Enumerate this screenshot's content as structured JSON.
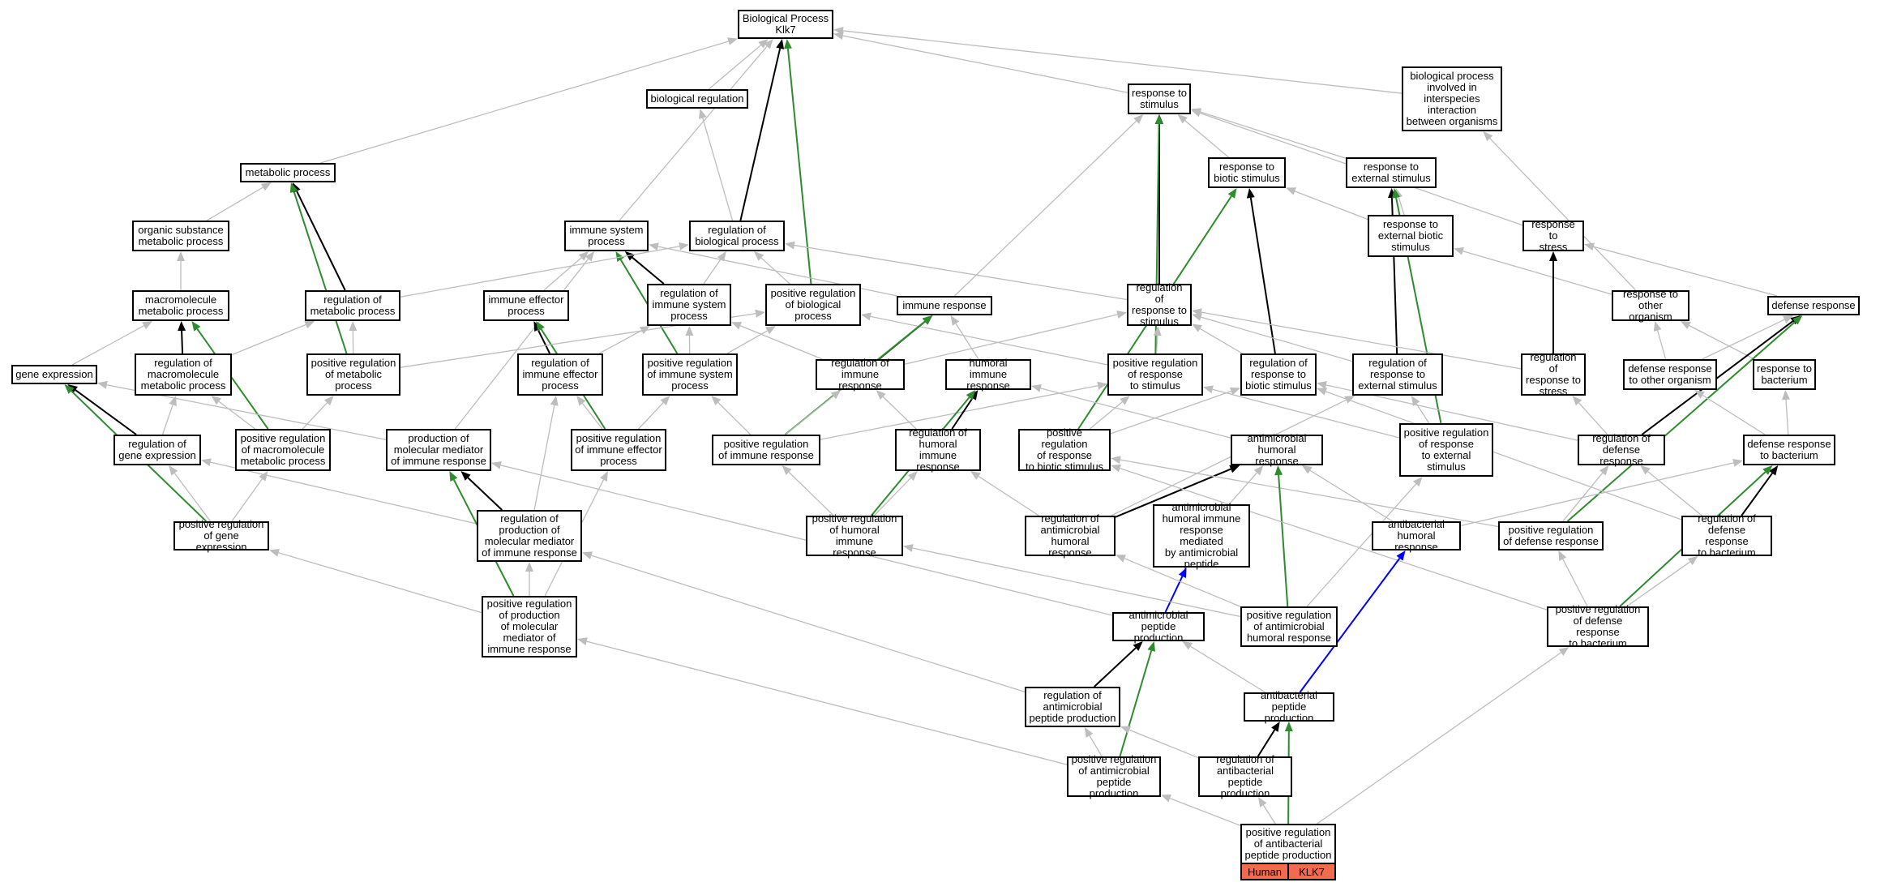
{
  "colors": {
    "is_a": "#bdbdbd",
    "part_of": "#000000",
    "positively_regulates": "#2e8b2e",
    "regulates": "#0000ff",
    "species_tag": "#f26b4f"
  },
  "nodes": {
    "bp": "Biological Process\nKlk7",
    "bio_reg": "biological regulation",
    "resp_stim": "response to\nstimulus",
    "bp_interspecies": "biological process\ninvolved in\ninterspecies\ninteraction\nbetween organisms",
    "metab": "metabolic process",
    "resp_biotic": "response to\nbiotic stimulus",
    "resp_ext": "response to\nexternal stimulus",
    "org_subst": "organic substance\nmetabolic process",
    "immune_sys": "immune system\nprocess",
    "reg_bio_proc": "regulation of\nbiological process",
    "resp_ext_biotic": "response to\nexternal biotic\nstimulus",
    "resp_stress": "response to\nstress",
    "macro_metab": "macromolecule\nmetabolic process",
    "reg_metab": "regulation of\nmetabolic process",
    "immune_eff": "immune effector\nprocess",
    "reg_immune_sys": "regulation of\nimmune system\nprocess",
    "pos_reg_bio_proc": "positive regulation\nof biological\nprocess",
    "immune_resp": "immune response",
    "reg_resp_stim": "regulation of\nresponse to\nstimulus",
    "resp_other_org": "response to\nother organism",
    "defense_resp": "defense response",
    "gene_expr": "gene expression",
    "reg_macro_metab": "regulation of\nmacromolecule\nmetabolic process",
    "pos_reg_metab": "positive regulation\nof metabolic\nprocess",
    "reg_immune_eff": "regulation of\nimmune effector\nprocess",
    "pos_reg_immune_sys": "positive regulation\nof immune system\nprocess",
    "reg_immune_resp": "regulation of\nimmune response",
    "humoral_immune": "humoral immune\nresponse",
    "pos_reg_resp_stim": "positive regulation\nof response\nto stimulus",
    "reg_resp_biotic": "regulation of\nresponse to\nbiotic stimulus",
    "reg_resp_ext": "regulation of\nresponse to\nexternal stimulus",
    "reg_resp_stress": "regulation of\nresponse to\nstress",
    "defense_other_org": "defense response\nto other organism",
    "resp_bacterium": "response to\nbacterium",
    "reg_gene_expr": "regulation of\ngene expression",
    "pos_reg_macro_metab": "positive regulation\nof macromolecule\nmetabolic process",
    "prod_mol_med": "production of\nmolecular mediator\nof immune response",
    "pos_reg_immune_eff": "positive regulation\nof immune effector\nprocess",
    "pos_reg_immune_resp": "positive regulation\nof immune response",
    "reg_humoral": "regulation of\nhumoral immune\nresponse",
    "pos_reg_resp_biotic": "positive regulation\nof response\nto biotic stimulus",
    "antimic_humoral": "antimicrobial\nhumoral response",
    "pos_reg_resp_ext": "positive regulation\nof response\nto external\nstimulus",
    "reg_defense": "regulation of\ndefense response",
    "defense_bact": "defense response\nto bacterium",
    "pos_reg_gene_expr": "positive regulation\nof gene expression",
    "reg_prod_mol_med": "regulation of\nproduction of\nmolecular mediator\nof immune response",
    "pos_reg_humoral": "positive regulation\nof humoral immune\nresponse",
    "reg_antimic_humoral": "regulation of\nantimicrobial\nhumoral response",
    "antimic_humoral_pep": "antimicrobial\nhumoral immune\nresponse mediated\nby antimicrobial\npeptide",
    "antibact_humoral": "antibacterial\nhumoral response",
    "pos_reg_defense": "positive regulation\nof defense response",
    "reg_defense_bact": "regulation of\ndefense response\nto bacterium",
    "pos_reg_prod_mol_med": "positive regulation\nof production\nof molecular\nmediator of\nimmune response",
    "antimic_pep_prod": "antimicrobial\npeptide production",
    "pos_reg_antimic_humoral": "positive regulation\nof antimicrobial\nhumoral response",
    "pos_reg_defense_bact": "positive regulation\nof defense response\nto bacterium",
    "reg_antimic_pep": "regulation of\nantimicrobial\npeptide production",
    "antibact_pep_prod": "antibacterial\npeptide production",
    "pos_reg_antimic_pep": "positive regulation\nof antimicrobial\npeptide production",
    "reg_antibact_pep": "regulation of\nantibacterial\npeptide production",
    "pos_reg_antibact_pep": "positive regulation\nof antibacterial\npeptide production"
  },
  "legend": {
    "species": "Human",
    "gene": "KLK7"
  },
  "edges": [
    [
      "bio_reg",
      "bp",
      "is_a"
    ],
    [
      "resp_stim",
      "bp",
      "is_a"
    ],
    [
      "bp_interspecies",
      "bp",
      "is_a"
    ],
    [
      "metab",
      "bp",
      "is_a"
    ],
    [
      "immune_sys",
      "bp",
      "is_a"
    ],
    [
      "reg_bio_proc",
      "bp",
      "part_of"
    ],
    [
      "reg_bio_proc",
      "bio_reg",
      "is_a"
    ],
    [
      "pos_reg_bio_proc",
      "bp",
      "positively_regulates"
    ],
    [
      "resp_biotic",
      "resp_stim",
      "is_a"
    ],
    [
      "resp_ext",
      "resp_stim",
      "is_a"
    ],
    [
      "reg_resp_stim",
      "resp_stim",
      "part_of"
    ],
    [
      "pos_reg_resp_stim",
      "resp_stim",
      "positively_regulates"
    ],
    [
      "immune_resp",
      "resp_stim",
      "is_a"
    ],
    [
      "resp_stress",
      "resp_stim",
      "is_a"
    ],
    [
      "resp_other_org",
      "bp_interspecies",
      "is_a"
    ],
    [
      "org_subst",
      "metab",
      "is_a"
    ],
    [
      "reg_metab",
      "metab",
      "part_of"
    ],
    [
      "pos_reg_metab",
      "metab",
      "positively_regulates"
    ],
    [
      "resp_ext_biotic",
      "resp_biotic",
      "is_a"
    ],
    [
      "resp_ext_biotic",
      "resp_ext",
      "is_a"
    ],
    [
      "reg_resp_biotic",
      "resp_biotic",
      "part_of"
    ],
    [
      "pos_reg_resp_biotic",
      "resp_biotic",
      "positively_regulates"
    ],
    [
      "reg_resp_ext",
      "resp_ext",
      "part_of"
    ],
    [
      "pos_reg_resp_ext",
      "resp_ext",
      "positively_regulates"
    ],
    [
      "macro_metab",
      "org_subst",
      "is_a"
    ],
    [
      "immune_eff",
      "immune_sys",
      "is_a"
    ],
    [
      "reg_immune_sys",
      "immune_sys",
      "part_of"
    ],
    [
      "pos_reg_immune_sys",
      "immune_sys",
      "positively_regulates"
    ],
    [
      "immune_resp",
      "immune_sys",
      "is_a"
    ],
    [
      "prod_mol_med",
      "immune_sys",
      "is_a"
    ],
    [
      "reg_metab",
      "reg_bio_proc",
      "is_a"
    ],
    [
      "reg_immune_sys",
      "reg_bio_proc",
      "is_a"
    ],
    [
      "pos_reg_bio_proc",
      "reg_bio_proc",
      "is_a"
    ],
    [
      "reg_resp_stim",
      "reg_bio_proc",
      "is_a"
    ],
    [
      "resp_other_org",
      "resp_ext_biotic",
      "is_a"
    ],
    [
      "reg_resp_stress",
      "resp_stress",
      "part_of"
    ],
    [
      "defense_resp",
      "resp_stress",
      "is_a"
    ],
    [
      "reg_macro_metab",
      "macro_metab",
      "part_of"
    ],
    [
      "pos_reg_macro_metab",
      "macro_metab",
      "positively_regulates"
    ],
    [
      "gene_expr",
      "macro_metab",
      "is_a"
    ],
    [
      "reg_macro_metab",
      "reg_metab",
      "is_a"
    ],
    [
      "pos_reg_metab",
      "reg_metab",
      "is_a"
    ],
    [
      "reg_immune_eff",
      "immune_eff",
      "part_of"
    ],
    [
      "pos_reg_immune_eff",
      "immune_eff",
      "positively_regulates"
    ],
    [
      "reg_immune_eff",
      "reg_immune_sys",
      "is_a"
    ],
    [
      "pos_reg_immune_sys",
      "reg_immune_sys",
      "is_a"
    ],
    [
      "reg_immune_resp",
      "reg_immune_sys",
      "is_a"
    ],
    [
      "pos_reg_metab",
      "pos_reg_bio_proc",
      "is_a"
    ],
    [
      "pos_reg_immune_sys",
      "pos_reg_bio_proc",
      "is_a"
    ],
    [
      "pos_reg_resp_stim",
      "pos_reg_bio_proc",
      "is_a"
    ],
    [
      "reg_immune_resp",
      "immune_resp",
      "part_of"
    ],
    [
      "pos_reg_immune_resp",
      "immune_resp",
      "positively_regulates"
    ],
    [
      "humoral_immune",
      "immune_resp",
      "is_a"
    ],
    [
      "pos_reg_resp_stim",
      "reg_resp_stim",
      "is_a"
    ],
    [
      "reg_resp_biotic",
      "reg_resp_stim",
      "is_a"
    ],
    [
      "reg_resp_ext",
      "reg_resp_stim",
      "is_a"
    ],
    [
      "reg_resp_stress",
      "reg_resp_stim",
      "is_a"
    ],
    [
      "reg_immune_resp",
      "reg_resp_stim",
      "is_a"
    ],
    [
      "defense_other_org",
      "resp_other_org",
      "is_a"
    ],
    [
      "resp_bacterium",
      "resp_other_org",
      "is_a"
    ],
    [
      "defense_other_org",
      "defense_resp",
      "is_a"
    ],
    [
      "reg_defense",
      "defense_resp",
      "part_of"
    ],
    [
      "pos_reg_defense",
      "defense_resp",
      "positively_regulates"
    ],
    [
      "reg_gene_expr",
      "gene_expr",
      "part_of"
    ],
    [
      "pos_reg_gene_expr",
      "gene_expr",
      "positively_regulates"
    ],
    [
      "prod_mol_med",
      "gene_expr",
      "is_a"
    ],
    [
      "reg_gene_expr",
      "reg_macro_metab",
      "is_a"
    ],
    [
      "pos_reg_macro_metab",
      "reg_macro_metab",
      "is_a"
    ],
    [
      "pos_reg_macro_metab",
      "pos_reg_metab",
      "is_a"
    ],
    [
      "reg_prod_mol_med",
      "reg_immune_eff",
      "is_a"
    ],
    [
      "pos_reg_immune_eff",
      "reg_immune_eff",
      "is_a"
    ],
    [
      "pos_reg_immune_eff",
      "pos_reg_immune_sys",
      "is_a"
    ],
    [
      "pos_reg_immune_resp",
      "reg_immune_resp",
      "is_a"
    ],
    [
      "pos_reg_immune_resp",
      "pos_reg_immune_sys",
      "is_a"
    ],
    [
      "pos_reg_immune_resp",
      "pos_reg_resp_stim",
      "is_a"
    ],
    [
      "reg_humoral",
      "humoral_immune",
      "part_of"
    ],
    [
      "pos_reg_humoral",
      "humoral_immune",
      "positively_regulates"
    ],
    [
      "antimic_humoral",
      "humoral_immune",
      "is_a"
    ],
    [
      "reg_humoral",
      "reg_immune_resp",
      "is_a"
    ],
    [
      "pos_reg_resp_biotic",
      "reg_resp_biotic",
      "is_a"
    ],
    [
      "pos_reg_resp_biotic",
      "pos_reg_resp_stim",
      "is_a"
    ],
    [
      "pos_reg_resp_ext",
      "reg_resp_ext",
      "is_a"
    ],
    [
      "pos_reg_resp_ext",
      "pos_reg_resp_stim",
      "is_a"
    ],
    [
      "reg_defense",
      "reg_resp_stress",
      "is_a"
    ],
    [
      "reg_defense",
      "reg_resp_biotic",
      "is_a"
    ],
    [
      "defense_bact",
      "defense_other_org",
      "is_a"
    ],
    [
      "defense_bact",
      "resp_bacterium",
      "is_a"
    ],
    [
      "pos_reg_gene_expr",
      "reg_gene_expr",
      "is_a"
    ],
    [
      "pos_reg_gene_expr",
      "pos_reg_macro_metab",
      "is_a"
    ],
    [
      "reg_prod_mol_med",
      "prod_mol_med",
      "part_of"
    ],
    [
      "reg_prod_mol_med",
      "reg_gene_expr",
      "is_a"
    ],
    [
      "pos_reg_humoral",
      "reg_humoral",
      "is_a"
    ],
    [
      "pos_reg_humoral",
      "pos_reg_immune_resp",
      "is_a"
    ],
    [
      "reg_antimic_humoral",
      "antimic_humoral",
      "part_of"
    ],
    [
      "reg_antimic_humoral",
      "reg_humoral",
      "is_a"
    ],
    [
      "reg_antimic_humoral",
      "reg_resp_ext",
      "is_a"
    ],
    [
      "antimic_humoral_pep",
      "antimic_humoral",
      "is_a"
    ],
    [
      "antibact_humoral",
      "antimic_humoral",
      "is_a"
    ],
    [
      "antibact_humoral",
      "defense_bact",
      "is_a"
    ],
    [
      "pos_reg_defense",
      "reg_defense",
      "is_a"
    ],
    [
      "pos_reg_defense",
      "pos_reg_resp_biotic",
      "is_a"
    ],
    [
      "reg_defense_bact",
      "defense_bact",
      "part_of"
    ],
    [
      "reg_defense_bact",
      "reg_defense",
      "is_a"
    ],
    [
      "reg_defense_bact",
      "reg_resp_biotic",
      "is_a"
    ],
    [
      "pos_reg_prod_mol_med",
      "prod_mol_med",
      "positively_regulates"
    ],
    [
      "pos_reg_prod_mol_med",
      "reg_prod_mol_med",
      "is_a"
    ],
    [
      "pos_reg_prod_mol_med",
      "pos_reg_immune_eff",
      "is_a"
    ],
    [
      "pos_reg_prod_mol_med",
      "pos_reg_gene_expr",
      "is_a"
    ],
    [
      "antimic_pep_prod",
      "antimic_humoral_pep",
      "regulates"
    ],
    [
      "antimic_pep_prod",
      "prod_mol_med",
      "is_a"
    ],
    [
      "pos_reg_antimic_humoral",
      "antimic_humoral",
      "positively_regulates"
    ],
    [
      "pos_reg_antimic_humoral",
      "reg_antimic_humoral",
      "is_a"
    ],
    [
      "pos_reg_antimic_humoral",
      "pos_reg_humoral",
      "is_a"
    ],
    [
      "pos_reg_antimic_humoral",
      "pos_reg_resp_ext",
      "is_a"
    ],
    [
      "pos_reg_defense_bact",
      "defense_bact",
      "positively_regulates"
    ],
    [
      "pos_reg_defense_bact",
      "reg_defense_bact",
      "is_a"
    ],
    [
      "pos_reg_defense_bact",
      "pos_reg_defense",
      "is_a"
    ],
    [
      "pos_reg_defense_bact",
      "pos_reg_resp_biotic",
      "is_a"
    ],
    [
      "reg_antimic_pep",
      "antimic_pep_prod",
      "part_of"
    ],
    [
      "reg_antimic_pep",
      "reg_prod_mol_med",
      "is_a"
    ],
    [
      "antibact_pep_prod",
      "antibact_humoral",
      "regulates"
    ],
    [
      "antibact_pep_prod",
      "antimic_pep_prod",
      "is_a"
    ],
    [
      "pos_reg_antimic_pep",
      "antimic_pep_prod",
      "positively_regulates"
    ],
    [
      "pos_reg_antimic_pep",
      "reg_antimic_pep",
      "is_a"
    ],
    [
      "pos_reg_antimic_pep",
      "pos_reg_prod_mol_med",
      "is_a"
    ],
    [
      "reg_antibact_pep",
      "antibact_pep_prod",
      "part_of"
    ],
    [
      "reg_antibact_pep",
      "reg_antimic_pep",
      "is_a"
    ],
    [
      "pos_reg_antibact_pep",
      "antibact_pep_prod",
      "positively_regulates"
    ],
    [
      "pos_reg_antibact_pep",
      "reg_antibact_pep",
      "is_a"
    ],
    [
      "pos_reg_antibact_pep",
      "pos_reg_antimic_pep",
      "is_a"
    ],
    [
      "pos_reg_antibact_pep",
      "pos_reg_defense_bact",
      "is_a"
    ]
  ]
}
